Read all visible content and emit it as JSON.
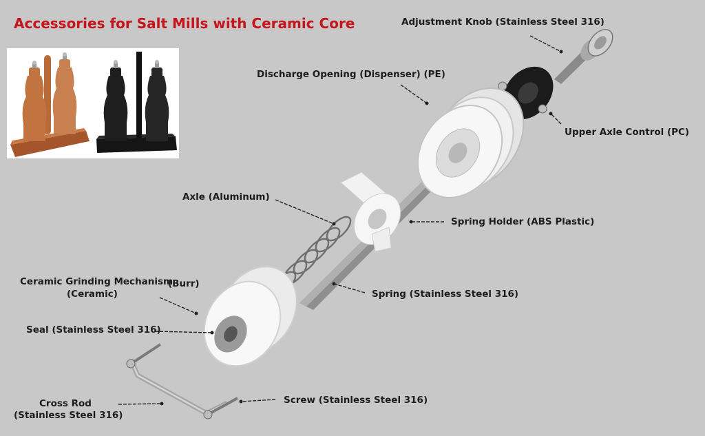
{
  "title": "Accessories for Salt Mills with Ceramic Core",
  "labels": {
    "adjustment_knob": "Adjustment Knob (Stainless Steel 316)",
    "discharge_opening": "Discharge Opening (Dispenser) (PE)",
    "upper_axle_control": "Upper Axle Control (PC)",
    "axle": "Axle (Aluminum)",
    "spring_holder": "Spring Holder (ABS Plastic)",
    "grinding_line1": "Ceramic Grinding Mechanism",
    "grinding_burr": "(Burr)",
    "grinding_line2": "(Ceramic)",
    "spring": "Spring (Stainless Steel 316)",
    "seal": "Seal (Stainless Steel 316)",
    "cross_rod_line1": "Cross Rod",
    "cross_rod_line2": "(Stainless Steel 316)",
    "screw": "Screw (Stainless Steel 316)"
  },
  "colors": {
    "title": "#c4161c",
    "background": "#c8c8c8",
    "wood": "#b5693a",
    "black_mill": "#1e1e1e"
  }
}
